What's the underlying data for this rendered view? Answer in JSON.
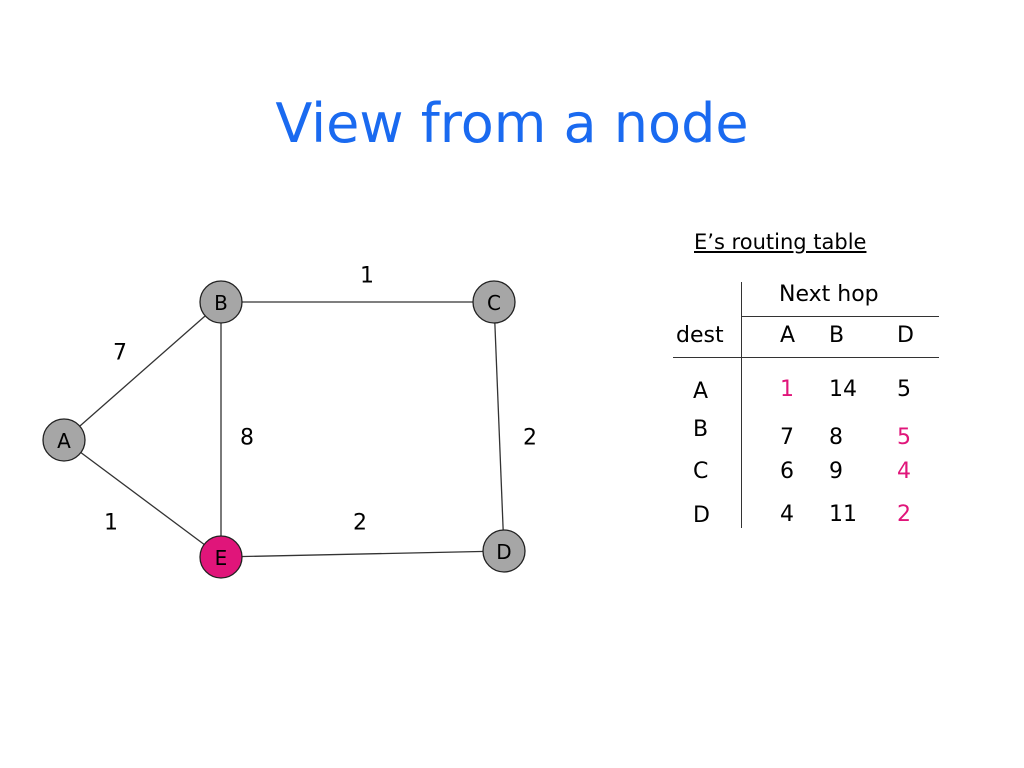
{
  "slide": {
    "title": "View from a node"
  },
  "graph": {
    "colors": {
      "node": "#a6a6a6",
      "highlight": "#e0157a"
    },
    "nodes": [
      {
        "id": "A",
        "label": "A"
      },
      {
        "id": "B",
        "label": "B"
      },
      {
        "id": "C",
        "label": "C"
      },
      {
        "id": "D",
        "label": "D"
      },
      {
        "id": "E",
        "label": "E",
        "highlighted": true
      }
    ],
    "edges": [
      {
        "from": "A",
        "to": "B",
        "weight": "7"
      },
      {
        "from": "A",
        "to": "E",
        "weight": "1"
      },
      {
        "from": "B",
        "to": "C",
        "weight": "1"
      },
      {
        "from": "B",
        "to": "E",
        "weight": "8"
      },
      {
        "from": "C",
        "to": "D",
        "weight": "2"
      },
      {
        "from": "E",
        "to": "D",
        "weight": "2"
      }
    ]
  },
  "routing_table": {
    "title": "E’s routing table",
    "next_hop_header": "Next hop",
    "dest_header": "dest",
    "hop_columns": [
      "A",
      "B",
      "D"
    ],
    "rows": [
      {
        "dest": "A",
        "values": [
          "1",
          "14",
          "5"
        ],
        "best_index": 0
      },
      {
        "dest": "B",
        "values": [
          "7",
          "8",
          "5"
        ],
        "best_index": 2
      },
      {
        "dest": "C",
        "values": [
          "6",
          "9",
          "4"
        ],
        "best_index": 2
      },
      {
        "dest": "D",
        "values": [
          "4",
          "11",
          "2"
        ],
        "best_index": 2
      }
    ]
  }
}
